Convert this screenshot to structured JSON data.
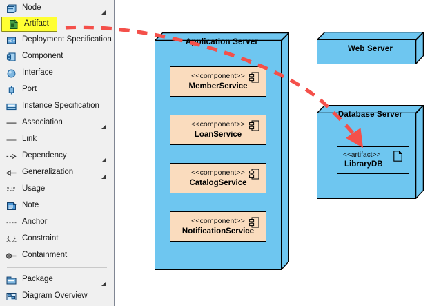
{
  "palette": {
    "items": [
      {
        "label": "Node",
        "icon": "node-icon",
        "expandable": true,
        "selected": false
      },
      {
        "label": "Artifact",
        "icon": "artifact-icon",
        "expandable": false,
        "selected": true
      },
      {
        "label": "Deployment Specification",
        "icon": "deployment-specification-icon",
        "expandable": false,
        "selected": false
      },
      {
        "label": "Component",
        "icon": "component-icon",
        "expandable": false,
        "selected": false
      },
      {
        "label": "Interface",
        "icon": "interface-icon",
        "expandable": false,
        "selected": false
      },
      {
        "label": "Port",
        "icon": "port-icon",
        "expandable": false,
        "selected": false
      },
      {
        "label": "Instance Specification",
        "icon": "instance-specification-icon",
        "expandable": false,
        "selected": false
      },
      {
        "label": "Association",
        "icon": "association-icon",
        "expandable": true,
        "selected": false
      },
      {
        "label": "Link",
        "icon": "link-icon",
        "expandable": false,
        "selected": false
      },
      {
        "label": "Dependency",
        "icon": "dependency-icon",
        "expandable": true,
        "selected": false
      },
      {
        "label": "Generalization",
        "icon": "generalization-icon",
        "expandable": true,
        "selected": false
      },
      {
        "label": "Usage",
        "icon": "usage-icon",
        "expandable": false,
        "selected": false
      },
      {
        "label": "Note",
        "icon": "note-icon",
        "expandable": false,
        "selected": false
      },
      {
        "label": "Anchor",
        "icon": "anchor-icon",
        "expandable": false,
        "selected": false
      },
      {
        "label": "Constraint",
        "icon": "constraint-icon",
        "expandable": false,
        "selected": false
      },
      {
        "label": "Containment",
        "icon": "containment-icon",
        "expandable": false,
        "selected": false
      },
      {
        "label": "Package",
        "icon": "package-icon",
        "expandable": true,
        "selected": false
      },
      {
        "label": "Diagram Overview",
        "icon": "diagram-overview-icon",
        "expandable": false,
        "selected": false
      }
    ],
    "separator_after_index": 15,
    "selected_item": "Artifact",
    "highlight_color": "#ffff33"
  },
  "diagram": {
    "node_fill": "#6ec6f0",
    "component_fill": "#fadcbe",
    "drag_arrow_color": "#f4504a",
    "nodes": [
      {
        "name": "Application Server",
        "components": [
          {
            "stereotype": "<<component>>",
            "name": "MemberService"
          },
          {
            "stereotype": "<<component>>",
            "name": "LoanService"
          },
          {
            "stereotype": "<<component>>",
            "name": "CatalogService"
          },
          {
            "stereotype": "<<component>>",
            "name": "NotificationService"
          }
        ]
      },
      {
        "name": "Web Server",
        "components": []
      },
      {
        "name": "Database Server",
        "artifacts": [
          {
            "stereotype": "<<artifact>>",
            "name": "LibraryDB"
          }
        ]
      }
    ]
  }
}
